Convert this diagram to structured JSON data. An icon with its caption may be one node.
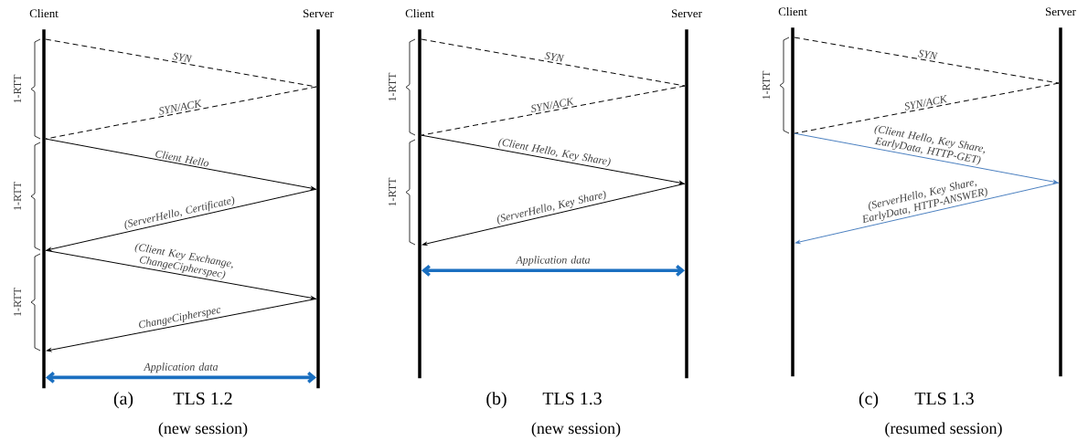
{
  "diagram": {
    "nodes": [
      {
        "text": [
          "Client"
        ]
      },
      {
        "text": [
          "Server"
        ]
      },
      {
        "text": [
          "Client"
        ]
      },
      {
        "text": [
          "Server"
        ]
      },
      {
        "text": [
          "Client"
        ]
      },
      {
        "text": [
          "Server"
        ]
      }
    ],
    "edges": [
      {
        "from": 0,
        "to": 1,
        "arrow": "none",
        "label": "SYN",
        "style": "dashed"
      },
      {
        "from": 1,
        "to": 0,
        "arrow": "none",
        "label": "SYN/ACK",
        "style": "dashed"
      },
      {
        "from": 0,
        "to": 1,
        "arrow": "to",
        "label": "Client Hello"
      },
      {
        "from": 1,
        "to": 0,
        "arrow": "to",
        "label": "(ServerHello, Certificate)"
      },
      {
        "from": 0,
        "to": 1,
        "arrow": "to",
        "label": "(Client Key Exchange, ChangeCipherspec)"
      },
      {
        "from": 1,
        "to": 0,
        "arrow": "to",
        "label": "ChangeCipherspec"
      },
      {
        "from": 0,
        "to": 1,
        "arrow": "both",
        "label": "Application data",
        "style": "thick",
        "color": "#1a6fc0"
      },
      {
        "from": 2,
        "to": 3,
        "arrow": "none",
        "label": "SYN",
        "style": "dashed"
      },
      {
        "from": 3,
        "to": 2,
        "arrow": "none",
        "label": "SYN/ACK",
        "style": "dashed"
      },
      {
        "from": 2,
        "to": 3,
        "arrow": "to",
        "label": "(Client Hello, Key Share)"
      },
      {
        "from": 3,
        "to": 2,
        "arrow": "to",
        "label": "(ServerHello, Key Share)"
      },
      {
        "from": 2,
        "to": 3,
        "arrow": "both",
        "label": "Application data",
        "style": "thick",
        "color": "#1a6fc0"
      },
      {
        "from": 4,
        "to": 5,
        "arrow": "none",
        "label": "SYN",
        "style": "dashed"
      },
      {
        "from": 5,
        "to": 4,
        "arrow": "none",
        "label": "SYN/ACK",
        "style": "dashed"
      },
      {
        "from": 4,
        "to": 5,
        "arrow": "to",
        "label": "(Client Hello, Key Share, EarlyData, HTTP-GET)",
        "color": "#4a7fc0"
      },
      {
        "from": 5,
        "to": 4,
        "arrow": "to",
        "label": "(ServerHello, Key Share, EarlyData, HTTP-ANSWER)",
        "color": "#4a7fc0"
      }
    ],
    "labels": [
      "1-RTT",
      "1-RTT",
      "1-RTT",
      "(a)",
      "TLS 1.2",
      "(new session)",
      "1-RTT",
      "1-RTT",
      "(b)",
      "TLS 1.3",
      "(new session)",
      "1-RTT",
      "(c)",
      "TLS 1.3",
      "(resumed session)"
    ]
  }
}
